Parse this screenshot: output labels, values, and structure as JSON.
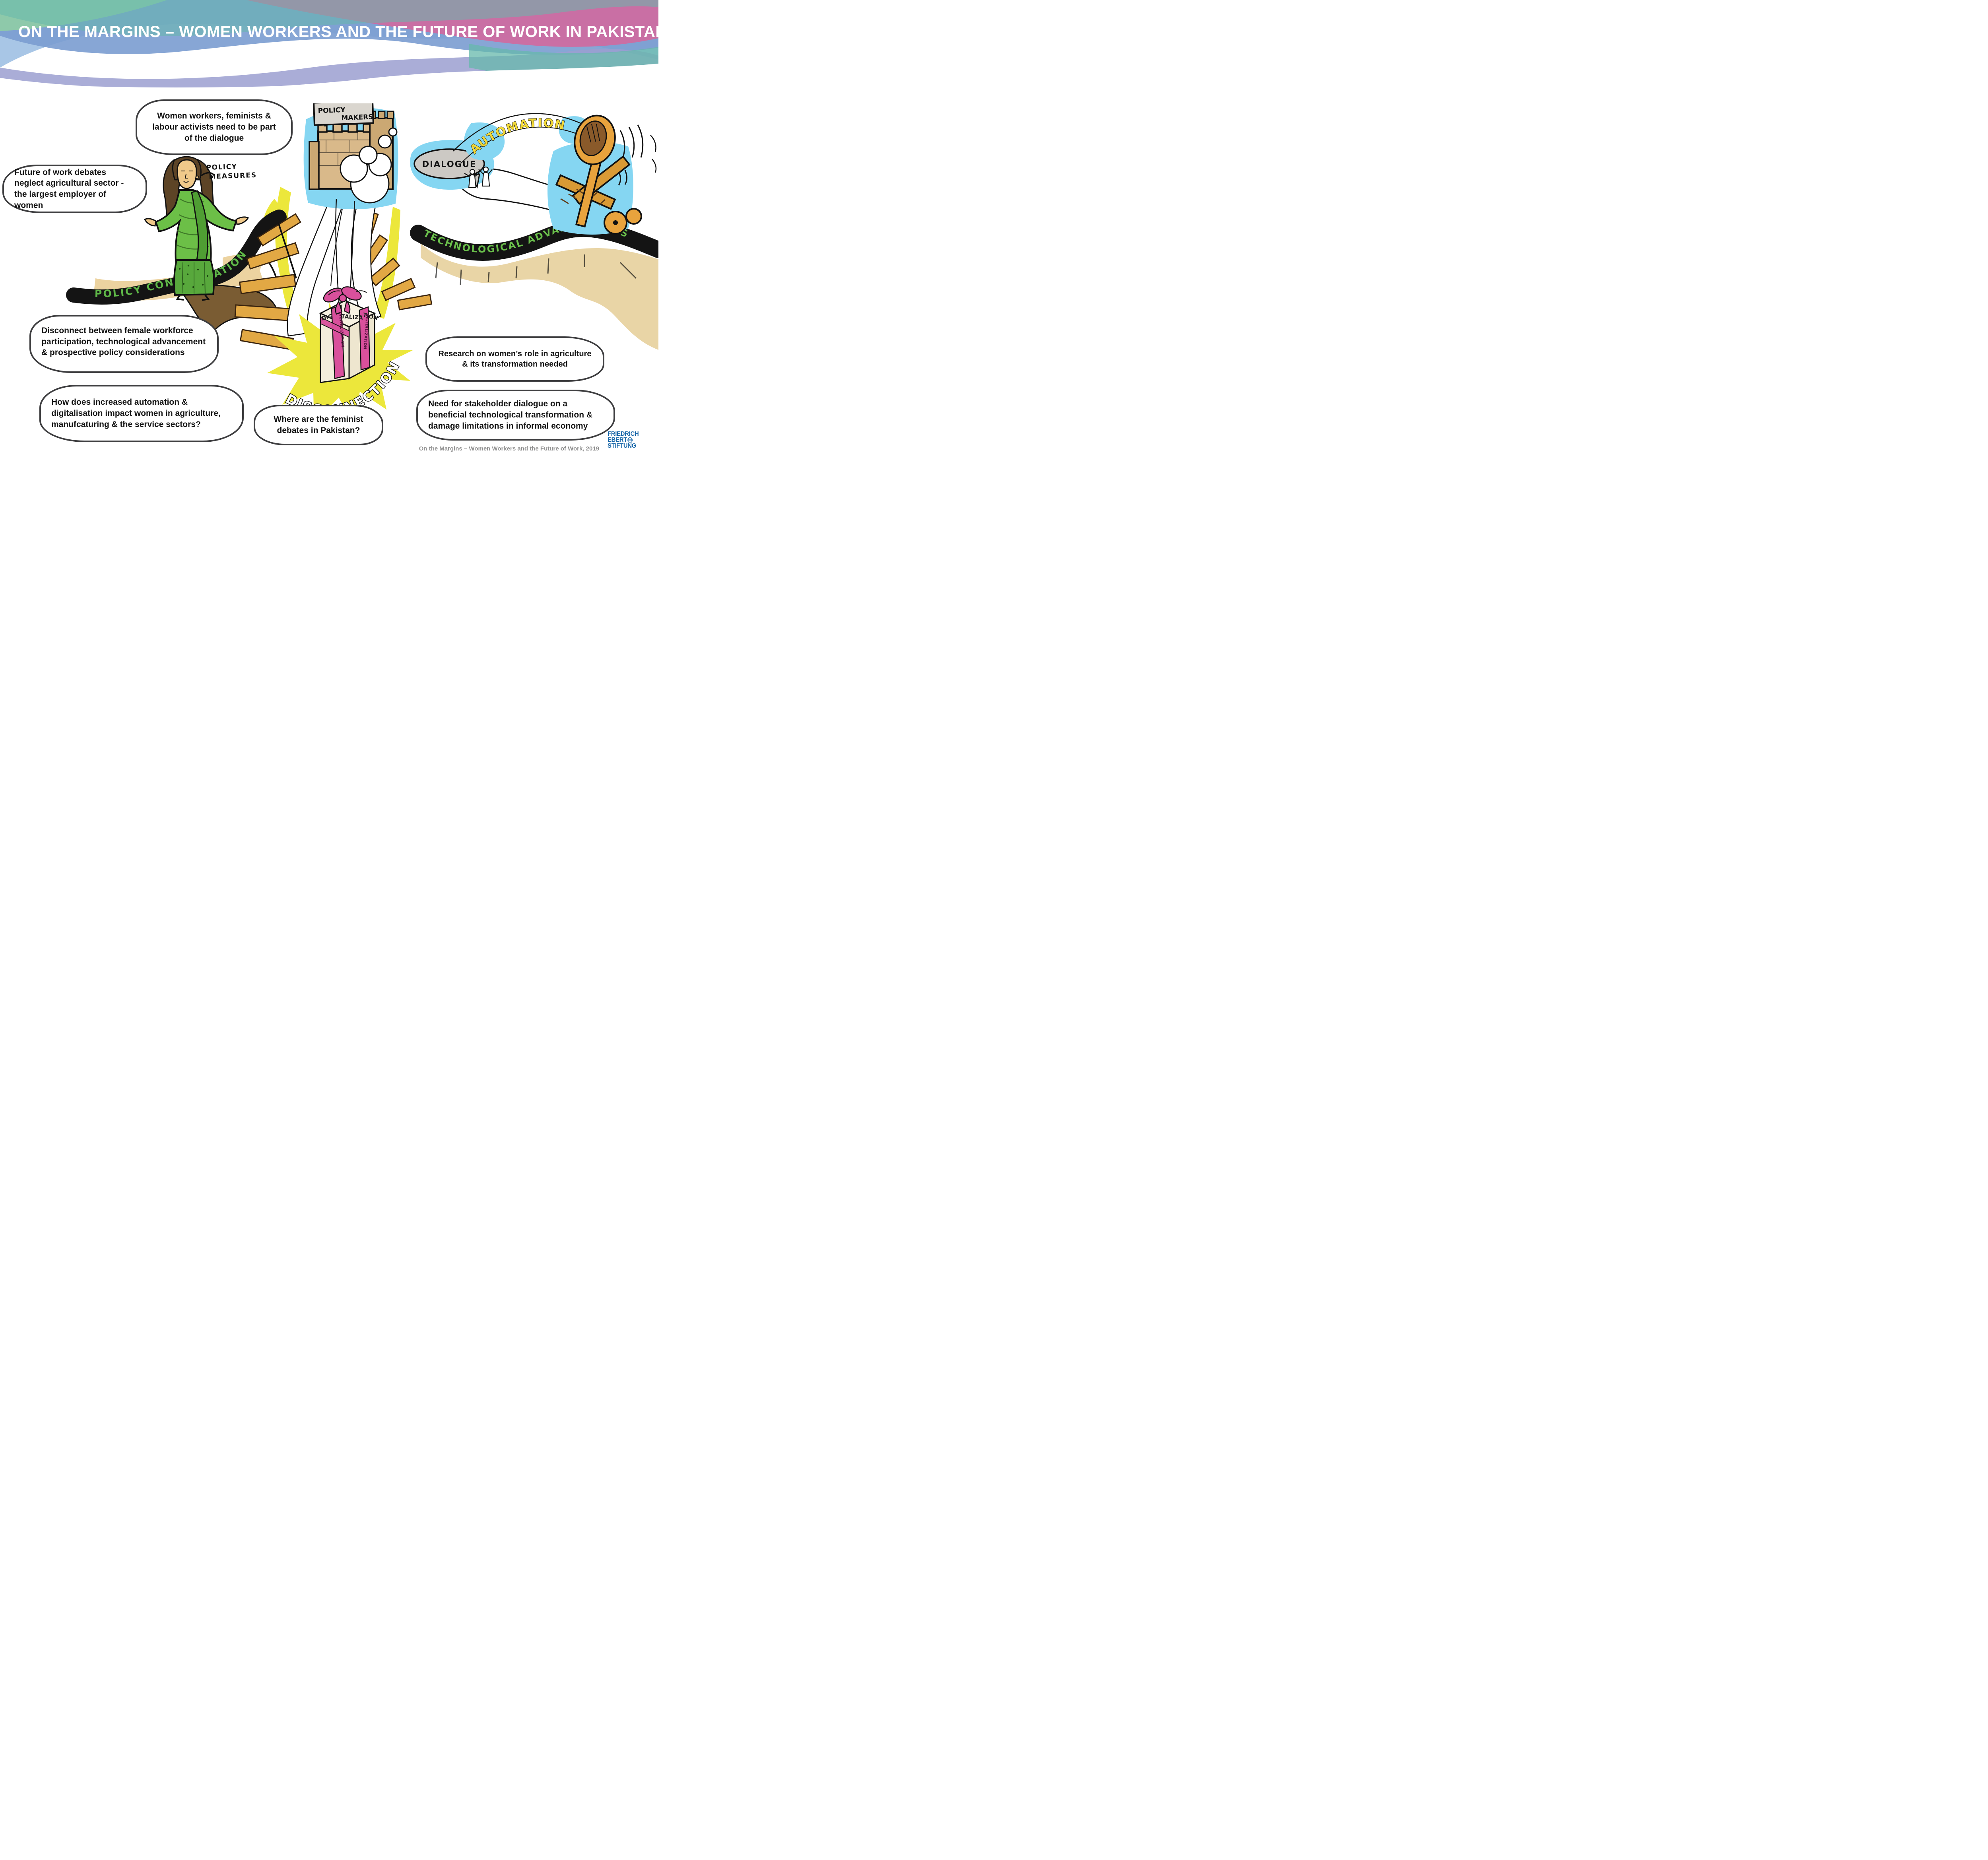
{
  "header": {
    "title": "ON THE MARGINS – WOMEN WORKERS AND THE FUTURE OF WORK IN PAKISTAN"
  },
  "bubbles": {
    "women_workers": "Women workers, feminists & labour activists need to be part of the dialogue",
    "future_of_work": "Future of work debates neglect agricultural sector - the largest employer of women",
    "disconnect": "Disconnect between female workforce participation, technological advancement & prospective policy considerations",
    "automation_question": "How does increased automation & digitalisation impact women in agriculture, manufcaturing & the service sectors?",
    "feminist_debates": "Where are the feminist debates in Pakistan?",
    "research": "Research on women’s role in agriculture & its transformation needed",
    "stakeholder": "Need for stakeholder dialogue on a beneficial technological transformation & damage limitations in informal economy"
  },
  "labels": {
    "policy_measures_line1": "POLICY",
    "policy_measures_line2": "MEASURES",
    "policy_makers_line1": "POLICY",
    "policy_makers_line2": "MAKERS",
    "dialogue": "DIALOGUE",
    "automation": "AUTOMATION",
    "technological_advancements": "TECHNOLOGICAL ADVANCEMENTS",
    "policy_consideration": "POLICY CONSIDERATION",
    "disconnection": "DISCONNECTION",
    "digitalization": "DIGITALIZATION",
    "gift_fragment_left": "DIG",
    "gift_fragment_mid": "TALIZA",
    "gift_fragment_right": "TION"
  },
  "footer": {
    "caption": "On the Margins – Women Workers and the Future of Work, 2019"
  },
  "logo": {
    "line1": "FRIEDRICH",
    "line2": "EBERT",
    "line3": "STIFTUNG"
  },
  "colors": {
    "sky_blue": "#85d6f2",
    "burst_yellow": "#ece73b",
    "road_green_text": "#5fb848",
    "ribbon_pink": "#d9509c",
    "wood_orange": "#e2a844",
    "logo_blue": "#1565a8",
    "wave_pink": "#d2699e",
    "wave_blue": "#7a9cd0",
    "wave_teal": "#66b8ab"
  }
}
